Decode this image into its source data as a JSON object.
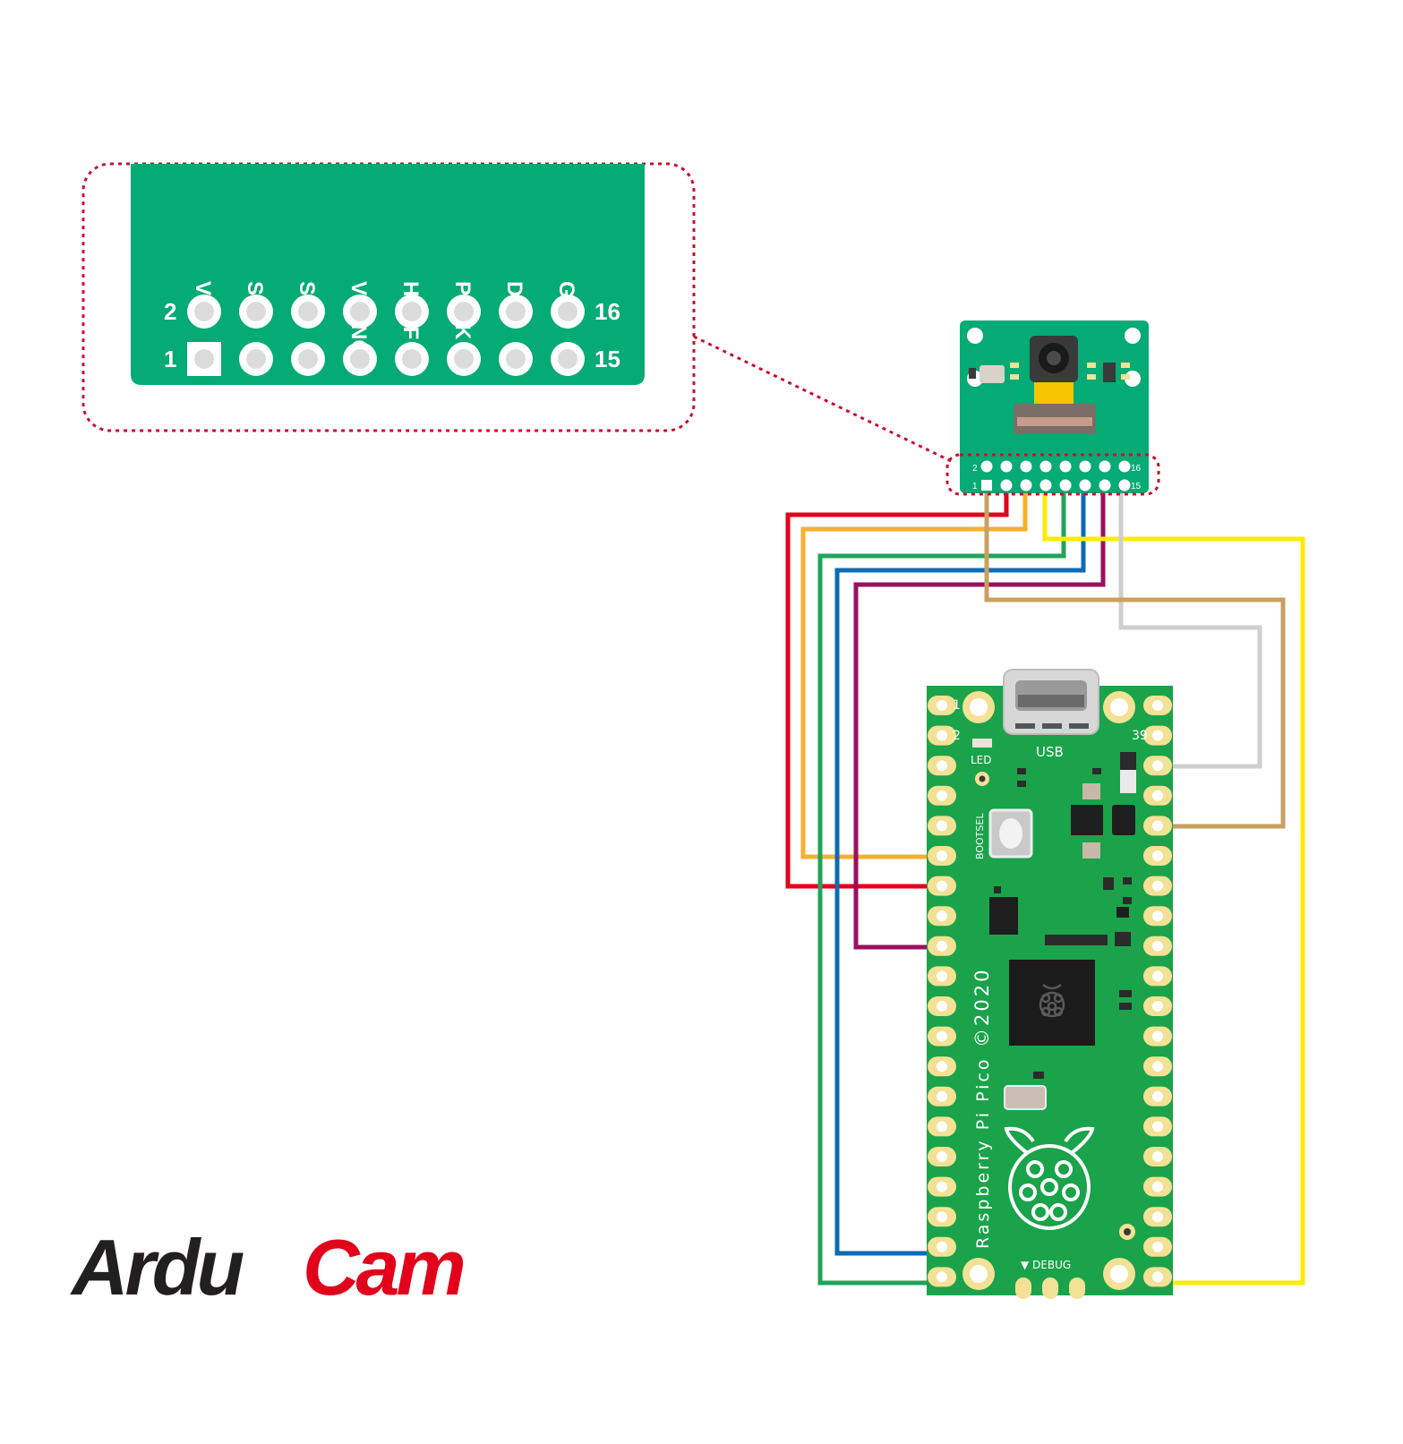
{
  "header_pins": {
    "labels": [
      "VCC",
      "SCL",
      "SDA",
      "VSYNC",
      "HREF",
      "PCLK",
      "D0",
      "GND"
    ],
    "row_top_left_number": "2",
    "row_bottom_left_number": "1",
    "row_top_right_number": "16",
    "row_bottom_right_number": "15"
  },
  "camera_module": {
    "row_top_left_number": "2",
    "row_bottom_left_number": "1",
    "row_top_right_number": "16",
    "row_bottom_right_number": "15"
  },
  "pico": {
    "board_name": "Raspberry Pi Pico",
    "year": "©2020",
    "usb_label": "USB",
    "led_label": "LED",
    "bootsel_label": "BOOTSEL",
    "debug_label": "▼ DEBUG",
    "pin_1": "1",
    "pin_2": "2",
    "pin_39": "39"
  },
  "wire_colors": {
    "vcc": "#e3001b",
    "scl": "#f7b02d",
    "sda": "#1fa55a",
    "vsync": "#0b6bb7",
    "href": "#9c0f5f",
    "pclk": "#ffec00",
    "d0": "#cfcfcf",
    "gnd": "#c9a060"
  },
  "logo": {
    "part1": "Ardu",
    "part2": "Cam",
    "color1": "#231f20",
    "color2": "#e3001b"
  },
  "colors": {
    "board_green": "#05ab74",
    "pico_green": "#1aa34a",
    "pad_gold": "#f3e195",
    "outline_red": "#c8102e"
  }
}
